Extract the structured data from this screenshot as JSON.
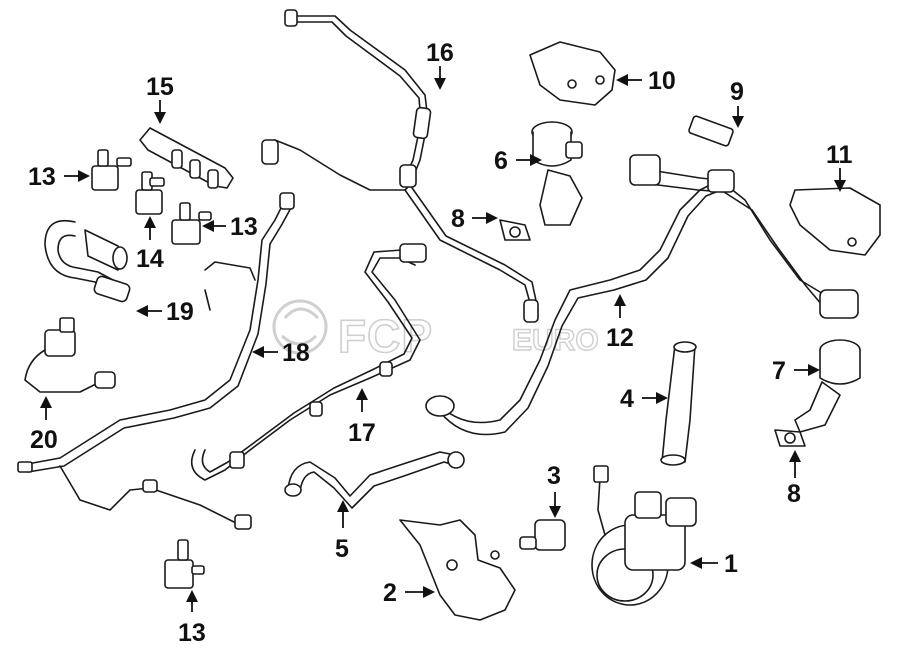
{
  "watermark": {
    "brand": "FCP",
    "suffix": "EURO"
  },
  "callouts": [
    {
      "id": "c1",
      "label": "1"
    },
    {
      "id": "c2",
      "label": "2"
    },
    {
      "id": "c3",
      "label": "3"
    },
    {
      "id": "c4",
      "label": "4"
    },
    {
      "id": "c5",
      "label": "5"
    },
    {
      "id": "c6",
      "label": "6"
    },
    {
      "id": "c7",
      "label": "7"
    },
    {
      "id": "c8a",
      "label": "8"
    },
    {
      "id": "c8b",
      "label": "8"
    },
    {
      "id": "c9",
      "label": "9"
    },
    {
      "id": "c10",
      "label": "10"
    },
    {
      "id": "c11",
      "label": "11"
    },
    {
      "id": "c12",
      "label": "12"
    },
    {
      "id": "c13a",
      "label": "13"
    },
    {
      "id": "c13b",
      "label": "13"
    },
    {
      "id": "c13c",
      "label": "13"
    },
    {
      "id": "c14",
      "label": "14"
    },
    {
      "id": "c15",
      "label": "15"
    },
    {
      "id": "c16",
      "label": "16"
    },
    {
      "id": "c17",
      "label": "17"
    },
    {
      "id": "c18",
      "label": "18"
    },
    {
      "id": "c19",
      "label": "19"
    },
    {
      "id": "c20",
      "label": "20"
    }
  ]
}
